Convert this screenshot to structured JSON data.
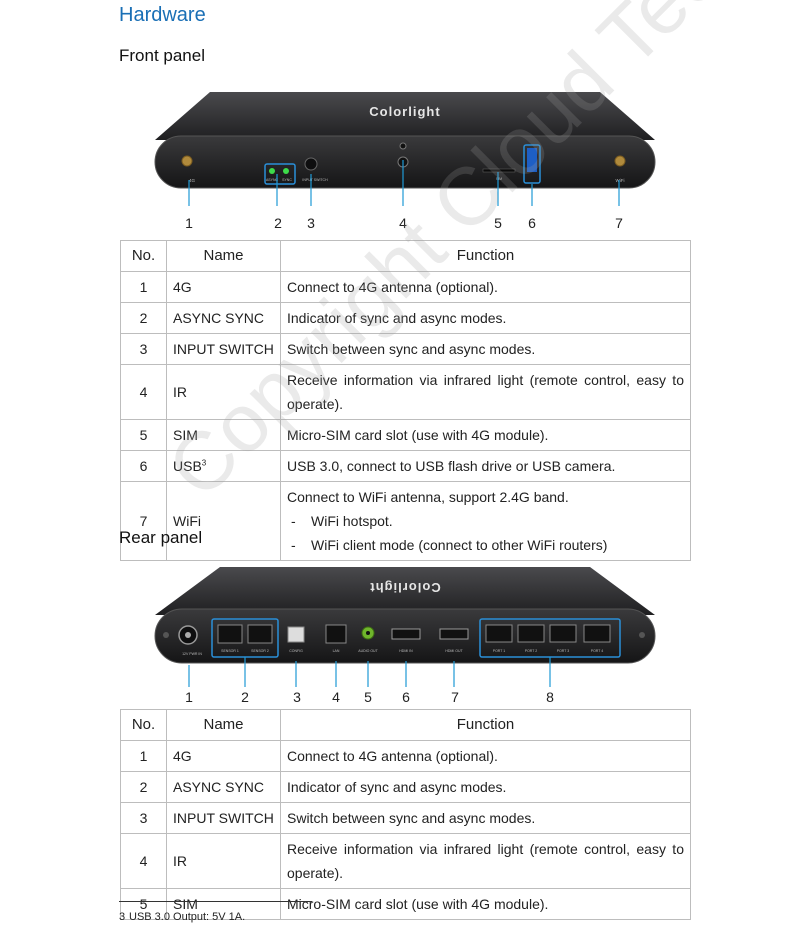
{
  "heading": "Hardware",
  "front_panel": {
    "title": "Front panel",
    "device_brand": "Colorlight",
    "port_labels": [
      "4G",
      "ASYNC",
      "SYNC",
      "INPUT SWITCH",
      "SIM",
      "WiFi"
    ],
    "callouts": [
      "1",
      "2",
      "3",
      "4",
      "5",
      "6",
      "7"
    ],
    "table": {
      "headers": [
        "No.",
        "Name",
        "Function"
      ],
      "rows": [
        {
          "no": "1",
          "name": "4G",
          "function": "Connect to 4G antenna (optional)."
        },
        {
          "no": "2",
          "name": "ASYNC SYNC",
          "function": "Indicator of sync and async modes."
        },
        {
          "no": "3",
          "name": "INPUT SWITCH",
          "function": "Switch between sync and async modes."
        },
        {
          "no": "4",
          "name": "IR",
          "function": "Receive information via infrared light (remote control, easy to operate)."
        },
        {
          "no": "5",
          "name": "SIM",
          "function": "Micro-SIM card slot (use with 4G module)."
        },
        {
          "no": "6",
          "name": "USB",
          "name_sup": "3",
          "function": "USB 3.0, connect to USB flash drive or USB camera."
        },
        {
          "no": "7",
          "name": "WiFi",
          "function": "Connect to WiFi antenna, support 2.4G band.",
          "bullets": [
            "WiFi hotspot.",
            "WiFi client mode (connect to other WiFi routers)"
          ]
        }
      ]
    }
  },
  "rear_panel": {
    "title": "Rear panel",
    "device_brand": "Colorlight",
    "port_labels": [
      "12V PWR IN",
      "SENSOR 1",
      "SENSOR 2",
      "CONFIG",
      "LAN",
      "AUDIO OUT",
      "HDMI IN",
      "HDMI OUT",
      "PORT 1",
      "PORT 2",
      "PORT 3",
      "PORT 4"
    ],
    "callouts": [
      "1",
      "2",
      "3",
      "4",
      "5",
      "6",
      "7",
      "8"
    ],
    "table": {
      "headers": [
        "No.",
        "Name",
        "Function"
      ],
      "rows": [
        {
          "no": "1",
          "name": "4G",
          "function": "Connect to 4G antenna (optional)."
        },
        {
          "no": "2",
          "name": "ASYNC SYNC",
          "function": "Indicator of sync and async modes."
        },
        {
          "no": "3",
          "name": "INPUT SWITCH",
          "function": "Switch between sync and async modes."
        },
        {
          "no": "4",
          "name": "IR",
          "function": "Receive information via infrared light (remote control, easy to operate)."
        },
        {
          "no": "5",
          "name": "SIM",
          "function": "Micro-SIM card slot (use with 4G module)."
        }
      ]
    }
  },
  "footnote": {
    "mark": "3",
    "text": "USB 3.0 Output: 5V 1A."
  },
  "watermark": "Copyright Cloud Tech Ltd",
  "colors": {
    "heading": "#1a6fb5",
    "device_body": "#2b2b2d",
    "callout_line": "#1f9ad6",
    "highlight_box": "#2a8fd8",
    "led": "#3ddc4a"
  }
}
